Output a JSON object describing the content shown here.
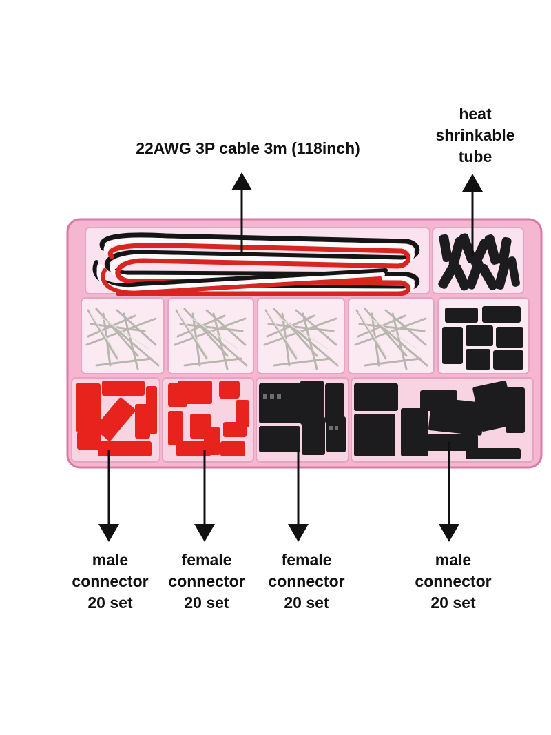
{
  "labels": {
    "cable": [
      "22AWG 3P cable 3m (118inch)"
    ],
    "tube": [
      "heat",
      "shrinkable",
      "tube"
    ],
    "male_connector_red": [
      "male",
      "connector",
      "20 set"
    ],
    "female_connector_red": [
      "female",
      "connector",
      "20 set"
    ],
    "female_connector_black": [
      "female",
      "connector",
      "20 set"
    ],
    "male_connector_black": [
      "male",
      "connector",
      "20 set"
    ]
  },
  "colors": {
    "box": "#f2a9c9",
    "box_edge": "#d97aa6",
    "compartment": "#f7d9e6",
    "red_part": "#e8231d",
    "black_part": "#1c1c1e",
    "metal": "#c7c4be",
    "wire_red": "#d92520",
    "wire_black": "#151515",
    "wire_white": "#fafafa",
    "arrow": "#111111"
  }
}
